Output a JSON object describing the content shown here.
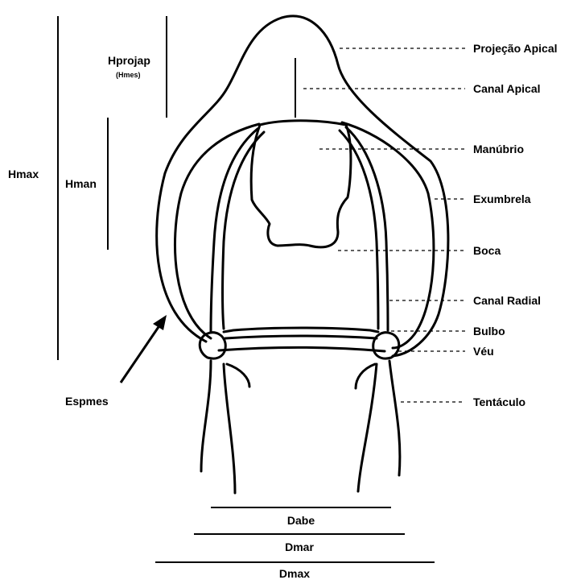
{
  "labels": {
    "projecao_apical": "Projeção Apical",
    "canal_apical": "Canal Apical",
    "manubrio": "Manúbrio",
    "exumbrela": "Exumbrela",
    "boca": "Boca",
    "canal_radial": "Canal Radial",
    "bulbo": "Bulbo",
    "veu": "Véu",
    "tentaculo": "Tentáculo",
    "espmes": "Espmes"
  },
  "measurements": {
    "hprojap": "Hprojap",
    "hmes": "(Hmes)",
    "hmax": "Hmax",
    "hman": "Hman",
    "dabe": "Dabe",
    "dmar": "Dmar",
    "dmax": "Dmax"
  },
  "colors": {
    "ink": "#000000",
    "background": "#ffffff"
  }
}
